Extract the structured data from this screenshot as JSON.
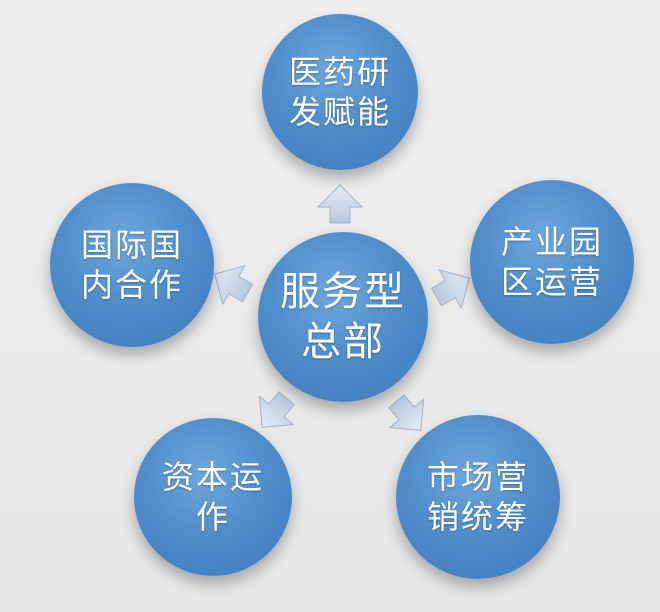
{
  "center": {
    "line1": "服务型",
    "line2": "总部"
  },
  "nodes": [
    {
      "line1": "医药研",
      "line2": "发赋能"
    },
    {
      "line1": "产业园",
      "line2": "区运营"
    },
    {
      "line1": "市场营",
      "line2": "销统筹"
    },
    {
      "line1": "资本运",
      "line2": "作"
    },
    {
      "line1": "国际国",
      "line2": "内合作"
    }
  ],
  "colors": {
    "background": "#ebebeb",
    "node_fill": "#4f8dcb",
    "arrow_fill": "#c9d6e6",
    "text": "#ffffff"
  }
}
